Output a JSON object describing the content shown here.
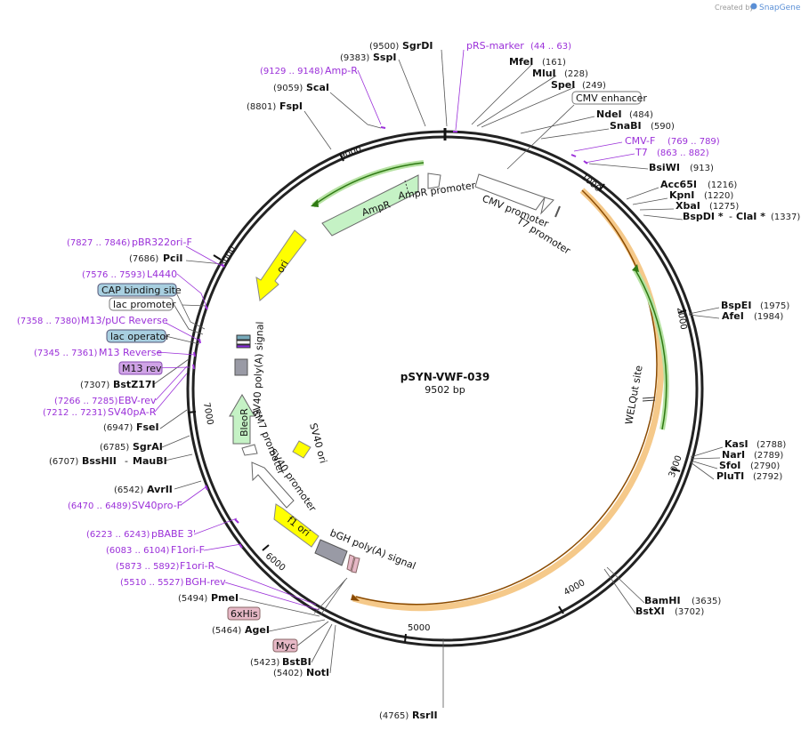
{
  "header": {
    "created_by": "Created by",
    "app": "SnapGene",
    "brand_color": "#5a8fd6"
  },
  "map": {
    "name": "pSYN-VWF-039",
    "size_label": "9502 bp",
    "ticks": [
      "1000",
      "2000",
      "3000",
      "4000",
      "5000",
      "6000",
      "7000",
      "8000",
      "9000"
    ]
  },
  "features": {
    "cmv_promoter": "CMV promoter",
    "t7_promoter": "T7 promoter",
    "ampr_promoter": "AmpR promoter",
    "ampr": "AmpR",
    "ori": "ori",
    "sv40_polya": "SV40 poly(A) signal",
    "bleor": "BleoR",
    "em7_promoter": "EM7 promoter",
    "sv40_promoter": "SV40 promoter",
    "sv40_ori": "SV40 ori",
    "f1_ori": "f1 ori",
    "bgh_polya": "bGH poly(A) signal",
    "welqut": "WELQut site"
  },
  "labels": {
    "sgrdi": {
      "pos": "(9500)",
      "name": "SgrDI"
    },
    "sspi": {
      "pos": "(9383)",
      "name": "SspI"
    },
    "prs_marker": {
      "name": "pRS-marker",
      "pos": "(44 .. 63)"
    },
    "mfei": {
      "name": "MfeI",
      "pos": "(161)"
    },
    "mlui": {
      "name": "MluI",
      "pos": "(228)"
    },
    "spei": {
      "name": "SpeI",
      "pos": "(249)"
    },
    "cmv_enhancer": {
      "name": "CMV enhancer"
    },
    "ndei": {
      "name": "NdeI",
      "pos": "(484)"
    },
    "snabi": {
      "name": "SnaBI",
      "pos": "(590)"
    },
    "cmv_f": {
      "name": "CMV-F",
      "pos": "(769 .. 789)"
    },
    "t7": {
      "name": "T7",
      "pos": "(863 .. 882)"
    },
    "bsiwi": {
      "name": "BsiWI",
      "pos": "(913)"
    },
    "acc65i": {
      "name": "Acc65I",
      "pos": "(1216)"
    },
    "kpni": {
      "name": "KpnI",
      "pos": "(1220)"
    },
    "xbai": {
      "name": "XbaI",
      "pos": "(1275)"
    },
    "bspdi": {
      "name": "BspDI *",
      "sep": "-",
      "name2": "ClaI *",
      "pos": "(1337)"
    },
    "bspei": {
      "name": "BspEI",
      "pos": "(1975)"
    },
    "afei": {
      "name": "AfeI",
      "pos": "(1984)"
    },
    "kasi": {
      "name": "KasI",
      "pos": "(2788)"
    },
    "nari": {
      "name": "NarI",
      "pos": "(2789)"
    },
    "sfoi": {
      "name": "SfoI",
      "pos": "(2790)"
    },
    "pluti": {
      "name": "PluTI",
      "pos": "(2792)"
    },
    "bamhi": {
      "name": "BamHI",
      "pos": "(3635)"
    },
    "bstxi": {
      "name": "BstXI",
      "pos": "(3702)"
    },
    "rsrii": {
      "pos": "(4765)",
      "name": "RsrII"
    },
    "amp_r": {
      "pos": "(9129 .. 9148)",
      "name": "Amp-R"
    },
    "scai": {
      "pos": "(9059)",
      "name": "ScaI"
    },
    "fspi": {
      "pos": "(8801)",
      "name": "FspI"
    },
    "pbr322": {
      "pos": "(7827 .. 7846)",
      "name": "pBR322ori-F"
    },
    "pcii": {
      "pos": "(7686)",
      "name": "PciI"
    },
    "l4440": {
      "pos": "(7576 .. 7593)",
      "name": "L4440"
    },
    "cap": {
      "name": "CAP binding site"
    },
    "lac_promoter": {
      "name": "lac promoter"
    },
    "m13puc": {
      "pos": "(7358 .. 7380)",
      "name": "M13/pUC Reverse"
    },
    "lac_operator": {
      "name": "lac operator"
    },
    "m13rev": {
      "pos": "(7345 .. 7361)",
      "name": "M13 Reverse"
    },
    "m13_rev_box": {
      "name": "M13 rev"
    },
    "bstz17i": {
      "pos": "(7307)",
      "name": "BstZ17I"
    },
    "ebv_rev": {
      "pos": "(7266 .. 7285)",
      "name": "EBV-rev"
    },
    "sv40pa_r": {
      "pos": "(7212 .. 7231)",
      "name": "SV40pA-R"
    },
    "fsei": {
      "pos": "(6947)",
      "name": "FseI"
    },
    "sgrai": {
      "pos": "(6785)",
      "name": "SgrAI"
    },
    "bsshii": {
      "pos": "(6707)",
      "name": "BssHII",
      "sep": "-",
      "name2": "MauBI"
    },
    "avrii": {
      "pos": "(6542)",
      "name": "AvrII"
    },
    "sv40pro_f": {
      "pos": "(6470 .. 6489)",
      "name": "SV40pro-F"
    },
    "pbabe3": {
      "pos": "(6223 .. 6243)",
      "name": "pBABE 3'"
    },
    "f1ori_f": {
      "pos": "(6083 .. 6104)",
      "name": "F1ori-F"
    },
    "f1ori_r": {
      "pos": "(5873 .. 5892)",
      "name": "F1ori-R"
    },
    "bgh_rev": {
      "pos": "(5510 .. 5527)",
      "name": "BGH-rev"
    },
    "pmei": {
      "pos": "(5494)",
      "name": "PmeI"
    },
    "his6": {
      "name": "6xHis"
    },
    "agei": {
      "pos": "(5464)",
      "name": "AgeI"
    },
    "myc": {
      "name": "Myc"
    },
    "bstbi": {
      "pos": "(5423)",
      "name": "BstBI"
    },
    "noti": {
      "pos": "(5402)",
      "name": "NotI"
    }
  }
}
